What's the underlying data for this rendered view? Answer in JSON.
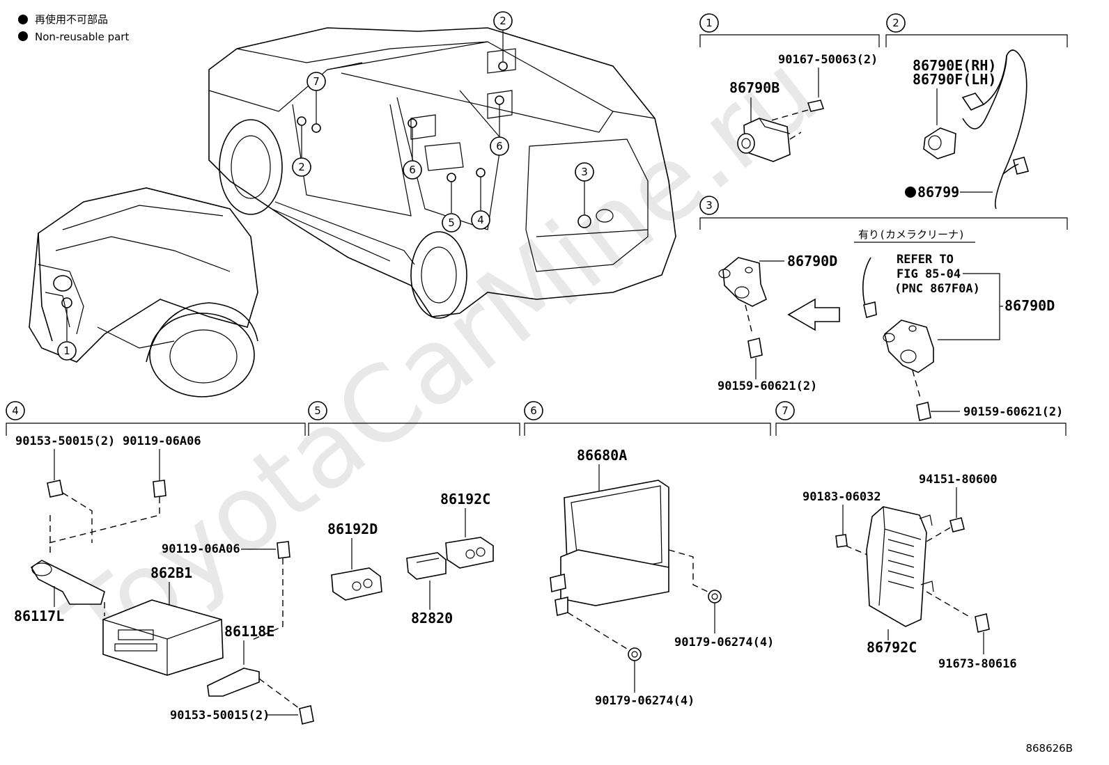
{
  "legend": {
    "ja": "再使用不可部品",
    "en": "Non-reusable part"
  },
  "watermark": "ToyotaCarMine.ru",
  "diagram_id": "868626B",
  "vehicle_callouts": [
    "1",
    "2",
    "2",
    "3",
    "4",
    "5",
    "6",
    "6",
    "7"
  ],
  "sections": {
    "s1": {
      "num": "1",
      "part_main": "86790B",
      "bolt": "90167-50063(2)"
    },
    "s2": {
      "num": "2",
      "part_rh": "86790E(RH)",
      "part_lh": "86790F(LH)",
      "harness": "86799"
    },
    "s3": {
      "num": "3",
      "part_left": "86790D",
      "bolt_left": "90159-60621(2)",
      "option": "有り(カメラクリーナ)",
      "refer1": "REFER TO",
      "refer2": "FIG 85-04",
      "refer3": "(PNC 867F0A)",
      "part_right": "86790D",
      "bolt_right": "90159-60621(2)"
    },
    "s4": {
      "num": "4",
      "bolt_tl": "90153-50015(2)",
      "bolt_tr": "90119-06A06",
      "bolt_mid": "90119-06A06",
      "module": "862B1",
      "bracket_l": "86117L",
      "bracket_e": "86118E",
      "bolt_bottom": "90153-50015(2)"
    },
    "s5": {
      "num": "5",
      "part_d": "86192D",
      "part_c": "86192C",
      "part_82820": "82820"
    },
    "s6": {
      "num": "6",
      "display": "86680A",
      "nut_r": "90179-06274(4)",
      "nut_b": "90179-06274(4)"
    },
    "s7": {
      "num": "7",
      "clip": "90183-06032",
      "nut": "94151-80600",
      "ecu": "86792C",
      "bolt": "91673-80616"
    }
  }
}
